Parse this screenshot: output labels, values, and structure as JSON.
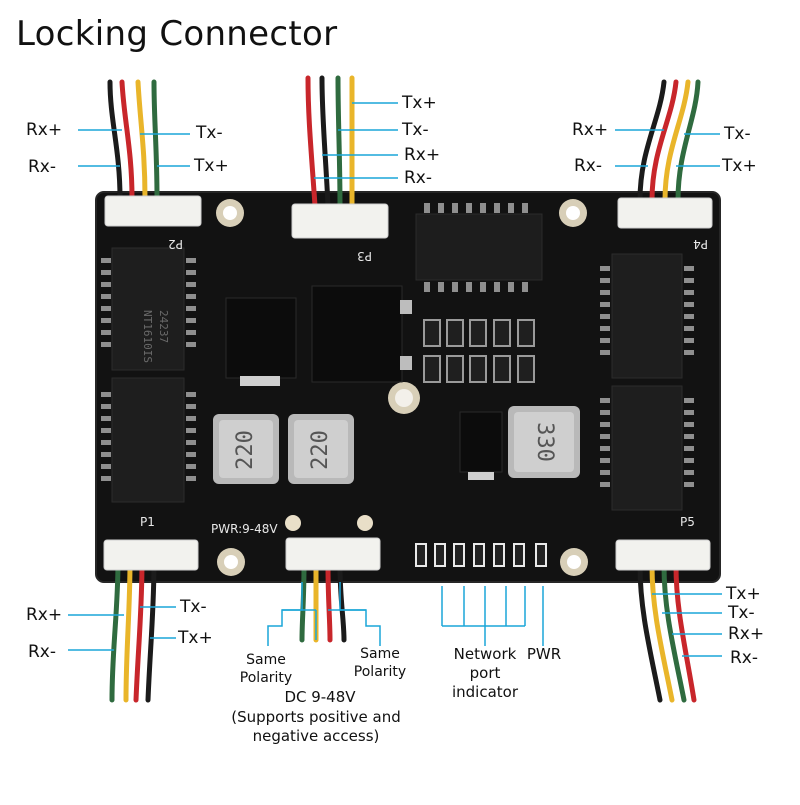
{
  "title": "Locking Connector",
  "ports": {
    "p1": {
      "id": "P1",
      "labels": [
        "Rx+",
        "Rx-",
        "Tx-",
        "Tx+"
      ]
    },
    "p2": {
      "id": "P2",
      "labels": [
        "Rx+",
        "Rx-",
        "Tx-",
        "Tx+"
      ]
    },
    "p3": {
      "id": "P3",
      "labels": [
        "Tx+",
        "Tx-",
        "Rx+",
        "Rx-"
      ]
    },
    "p4": {
      "id": "P4",
      "labels": [
        "Rx+",
        "Rx-",
        "Tx-",
        "Tx+"
      ]
    },
    "p5": {
      "id": "P5",
      "labels": [
        "Tx+",
        "Tx-",
        "Rx+",
        "Rx-"
      ]
    }
  },
  "power": {
    "silkscreen": "PWR:9-48V",
    "same_polarity_left": [
      "Same",
      "Polarity"
    ],
    "same_polarity_right": [
      "Same",
      "Polarity"
    ],
    "dc_label": "DC 9-48V",
    "note_line1": "(Supports positive and",
    "note_line2": "negative access)"
  },
  "indicators": {
    "network_label": [
      "Network",
      "port",
      "indicator"
    ],
    "pwr_label": "PWR"
  },
  "components": {
    "inductor_left_1": "220",
    "inductor_left_2": "220",
    "inductor_right": "330",
    "chip_mark_1": "24237",
    "chip_mark_2": "NT1610IS"
  },
  "colors": {
    "board": "#111111",
    "wire_red": "#c8262b",
    "wire_yellow": "#e9b52a",
    "wire_green": "#2f6b3f",
    "wire_black": "#1b1b1b",
    "callout_line": "#1aa6d8"
  }
}
